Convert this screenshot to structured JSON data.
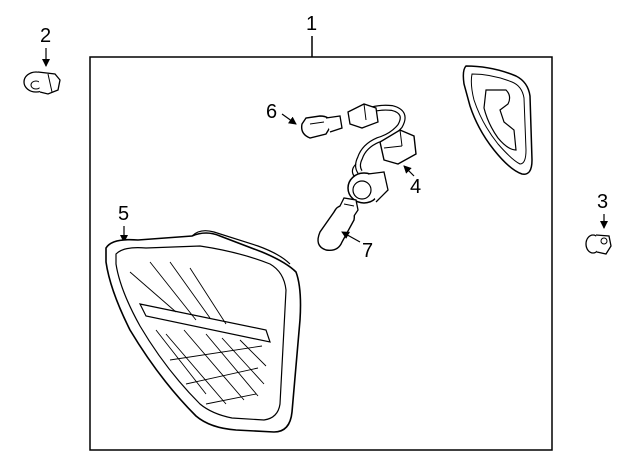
{
  "diagram": {
    "callouts": {
      "lamp_assembly": "1",
      "push_nut_left": "2",
      "push_nut_right": "3",
      "socket_harness": "4",
      "lens_housing": "5",
      "wedge_bulb": "6",
      "stop_bulb": "7"
    }
  }
}
